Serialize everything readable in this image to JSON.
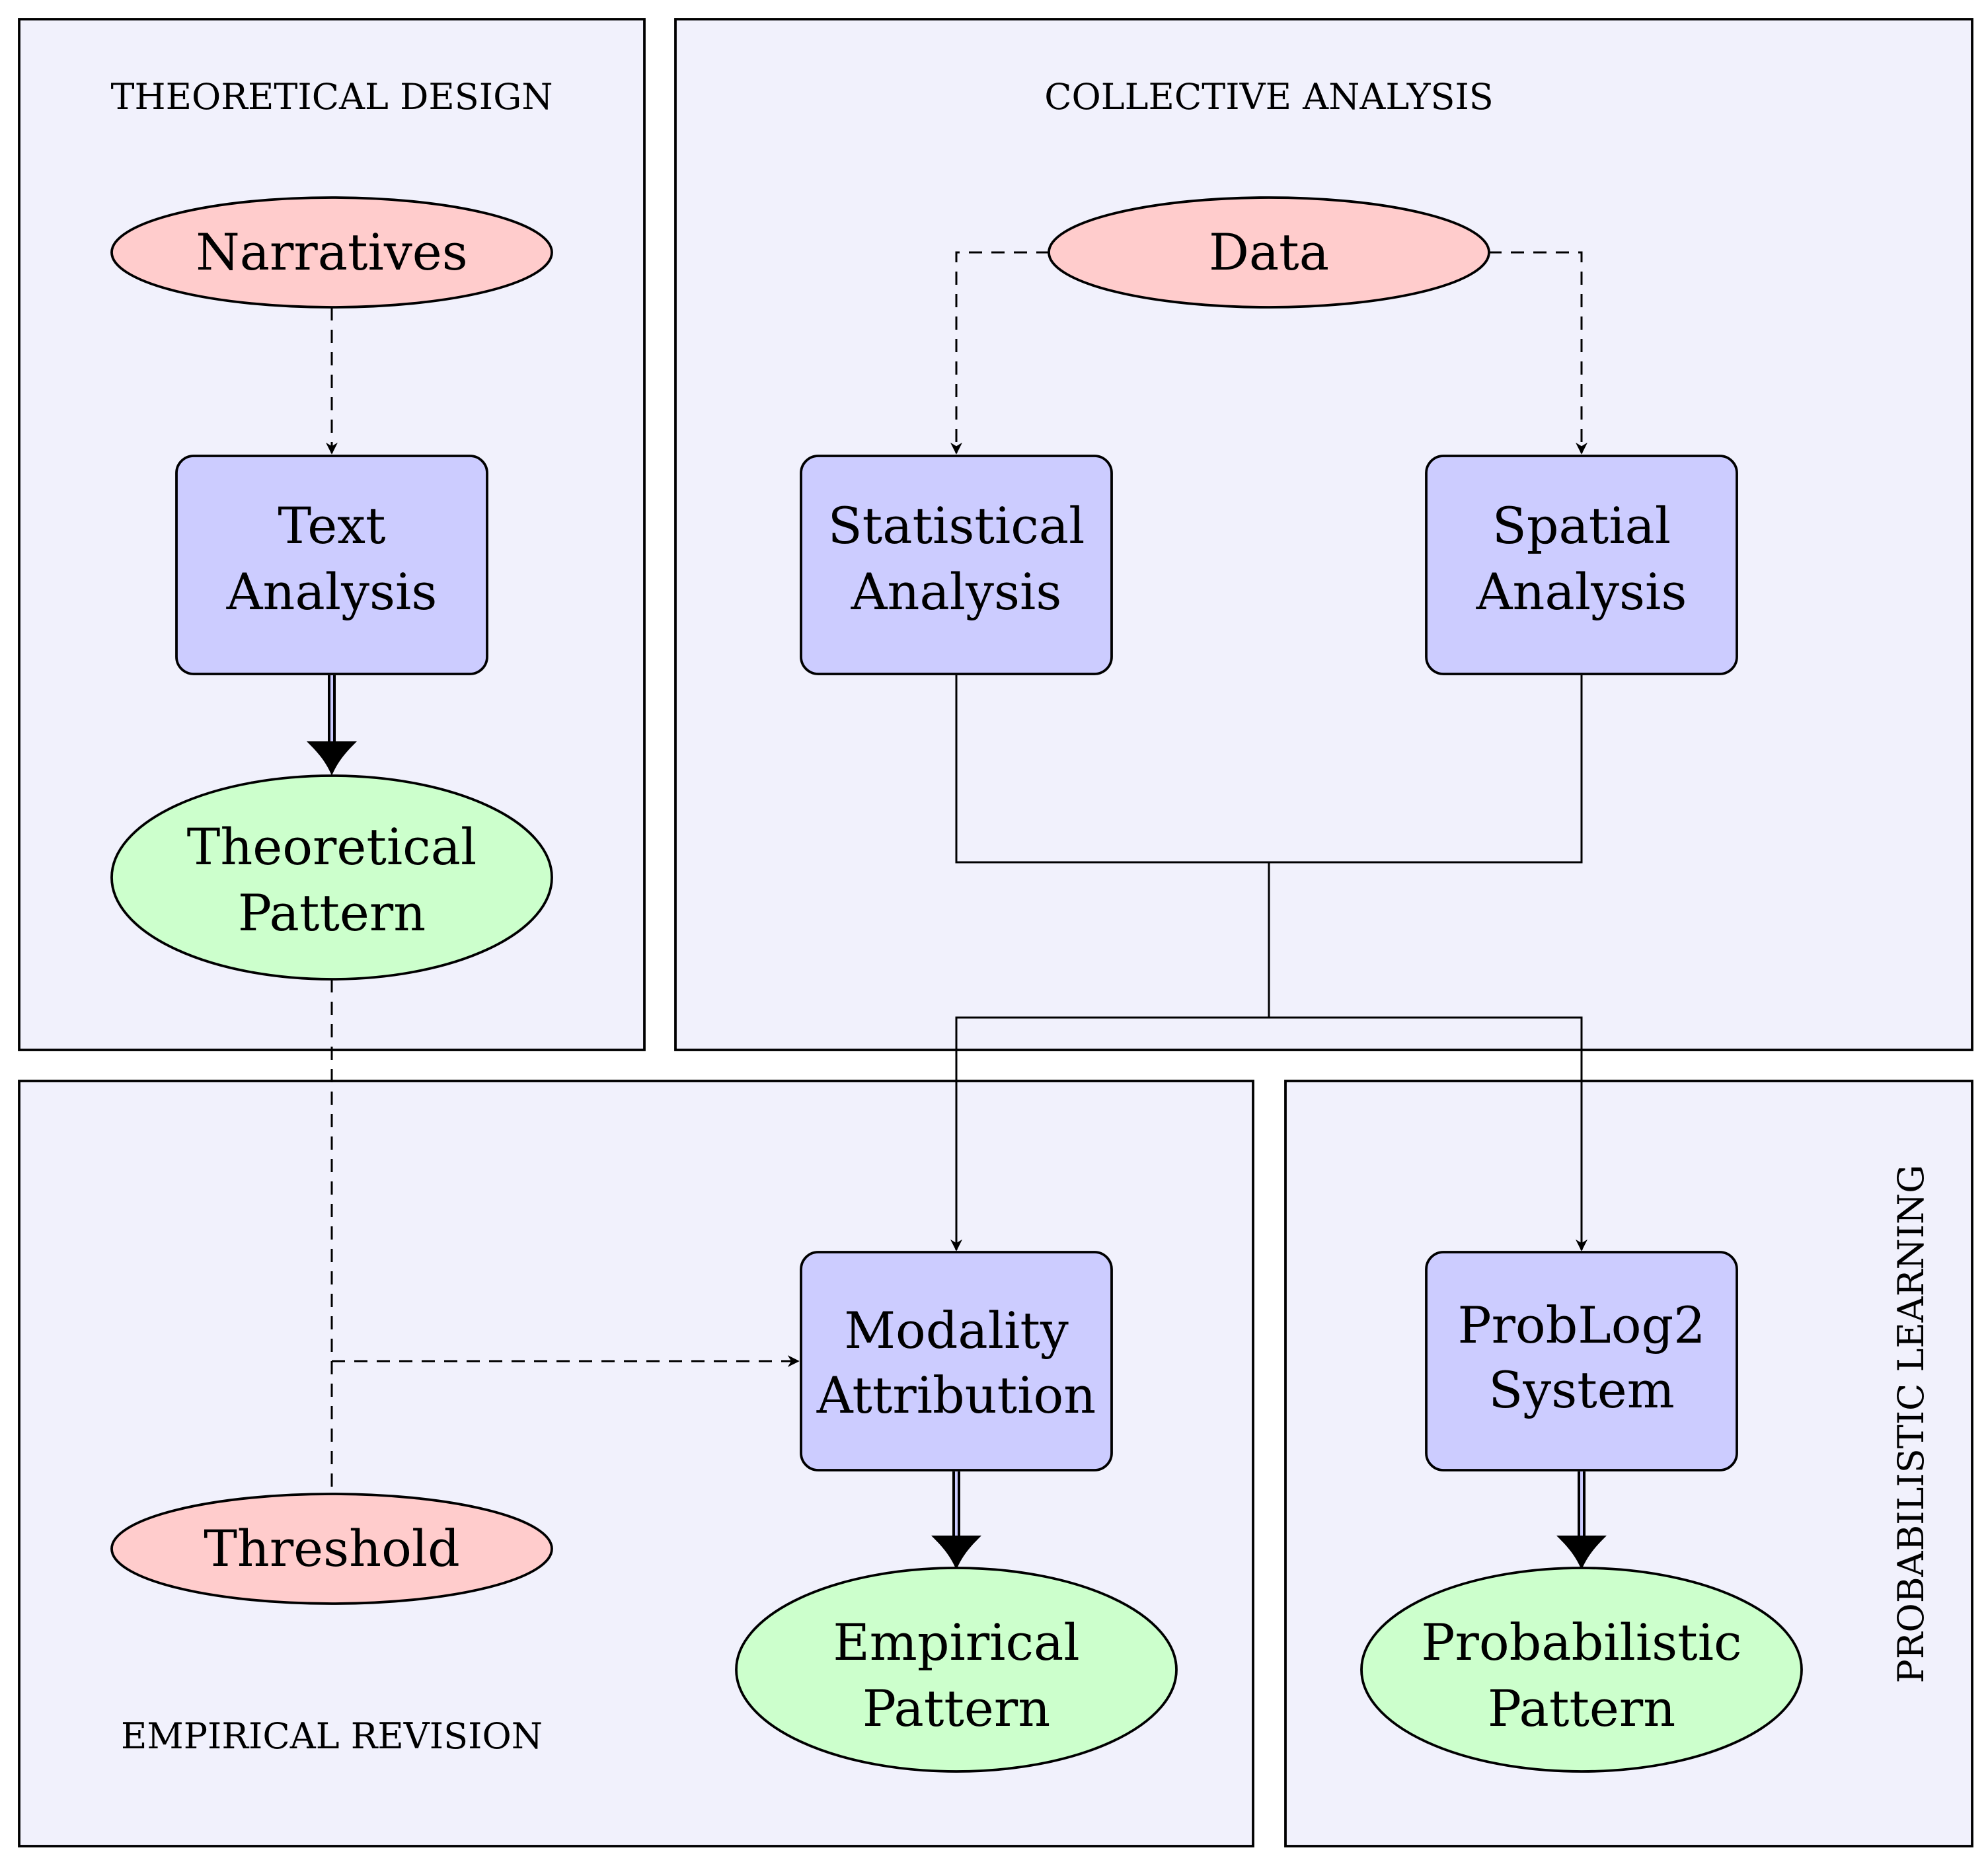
{
  "panels": {
    "theoretical_design": {
      "title": "THEORETICAL DESIGN"
    },
    "collective_analysis": {
      "title": "COLLECTIVE ANALYSIS"
    },
    "empirical_revision": {
      "title": "EMPIRICAL REVISION"
    },
    "probabilistic_learning": {
      "title": "PROBABILISTIC LEARNING"
    }
  },
  "nodes": {
    "narratives": {
      "label": "Narratives"
    },
    "text_analysis": {
      "line1": "Text",
      "line2": "Analysis"
    },
    "theoretical_pattern": {
      "line1": "Theoretical",
      "line2": "Pattern"
    },
    "data": {
      "label": "Data"
    },
    "statistical_analysis": {
      "line1": "Statistical",
      "line2": "Analysis"
    },
    "spatial_analysis": {
      "line1": "Spatial",
      "line2": "Analysis"
    },
    "modality_attribution": {
      "line1": "Modality",
      "line2": "Attribution"
    },
    "empirical_pattern": {
      "line1": "Empirical",
      "line2": "Pattern"
    },
    "threshold": {
      "label": "Threshold"
    },
    "problog2_system": {
      "line1": "ProbLog2",
      "line2": "System"
    },
    "probabilistic_pattern": {
      "line1": "Probabilistic",
      "line2": "Pattern"
    }
  },
  "colors": {
    "panel_fill": "#f1f1fc",
    "process_fill": "#ccccff",
    "input_fill": "#ffcccc",
    "output_fill": "#ccffcc",
    "stroke": "#000000"
  }
}
